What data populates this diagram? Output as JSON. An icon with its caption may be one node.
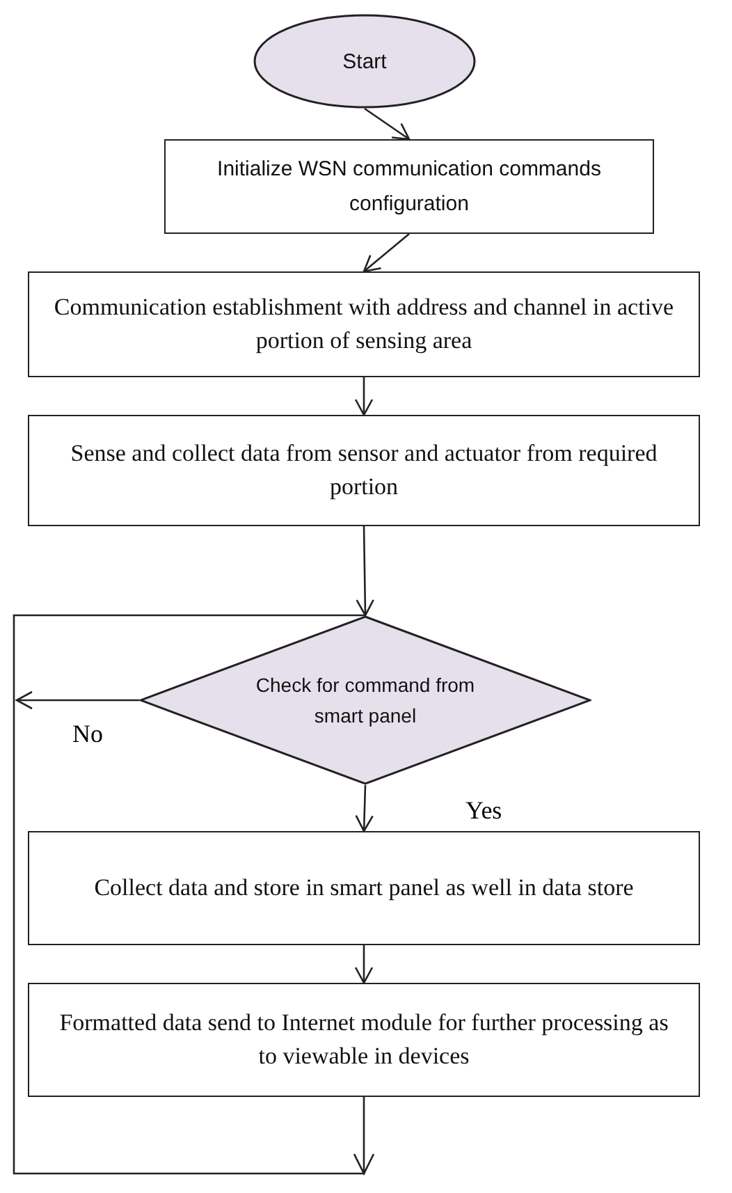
{
  "diagram": {
    "nodes": [
      {
        "text": [
          "Start"
        ]
      },
      {
        "text": [
          "Initialize WSN communication commands configuration"
        ]
      },
      {
        "text": [
          "Communication establishment with address and channel in active portion of sensing area"
        ]
      },
      {
        "text": [
          "Sense and collect data from sensor and actuator from required portion"
        ]
      },
      {
        "text": [
          "Check for command from smart panel"
        ]
      },
      {
        "text": [
          "Collect data and store in smart panel as well in data store"
        ]
      },
      {
        "text": [
          "Formatted data send to Internet module for further processing as to viewable in devices"
        ]
      }
    ],
    "edges": [
      {
        "from": 0,
        "to": 1,
        "arrow": "to"
      },
      {
        "from": 1,
        "to": 2,
        "arrow": "to"
      },
      {
        "from": 2,
        "to": 3,
        "arrow": "to"
      },
      {
        "from": 3,
        "to": 4,
        "arrow": "to"
      },
      {
        "from": 4,
        "to": 5,
        "arrow": "to",
        "label": "Yes"
      },
      {
        "from": 5,
        "to": 6,
        "arrow": "to"
      },
      {
        "from": 6,
        "to": 4,
        "arrow": "to"
      },
      {
        "from": 4,
        "to": null,
        "arrow": "to",
        "label": "No"
      }
    ]
  }
}
